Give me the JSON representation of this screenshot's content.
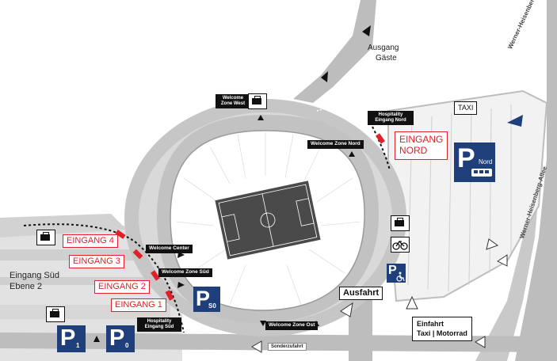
{
  "labels": {
    "ausgang": "Ausgang",
    "gaeste": "Gäste",
    "welcome_zone_west_l1": "Welcome",
    "welcome_zone_west_l2": "Zone West",
    "welcome_zone_nord": "Welcome Zone Nord",
    "welcome_center": "Welcome Center",
    "welcome_zone_sued": "Welcome Zone Süd",
    "welcome_zone_ost": "Welcome Zone Ost",
    "hospitality_nord_l1": "Hospitality",
    "hospitality_nord_l2": "Eingang Nord",
    "hospitality_sued_l1": "Hospitality",
    "hospitality_sued_l2": "Eingang Süd",
    "eingang_nord_l1": "EINGANG",
    "eingang_nord_l2": "NORD",
    "eingang_4": "EINGANG 4",
    "eingang_3": "EINGANG 3",
    "eingang_2": "EINGANG 2",
    "eingang_1": "EINGANG 1",
    "eingang_sued_l1": "Eingang Süd",
    "eingang_sued_l2": "Ebene 2",
    "taxi": "TAXI",
    "ausfahrt": "Ausfahrt",
    "einfahrt_l1": "Einfahrt",
    "einfahrt_l2": "Taxi | Motorrad",
    "sonderzufahrt": "Sonderzufahrt",
    "street_top": "Werner-Heisenberg-Alle",
    "street_right": "Werner-Heisenberg-Allee"
  },
  "parking": {
    "p_letter": "P",
    "p_nord_sub": "Nord",
    "p_s0_sub": "S0",
    "p1_sub": "1",
    "p0_sub": "0"
  },
  "colors": {
    "parking_blue": "#1f3f7a",
    "entrance_red": "#e0202b",
    "road_gray": "#bdbdbd",
    "ring_gray": "#c6c6c6",
    "pitch_dark": "#4a4a4a"
  },
  "icons": [
    "luggage-icon",
    "bicycle-icon",
    "wheelchair-icon",
    "bus-icon",
    "arrow-icon"
  ]
}
